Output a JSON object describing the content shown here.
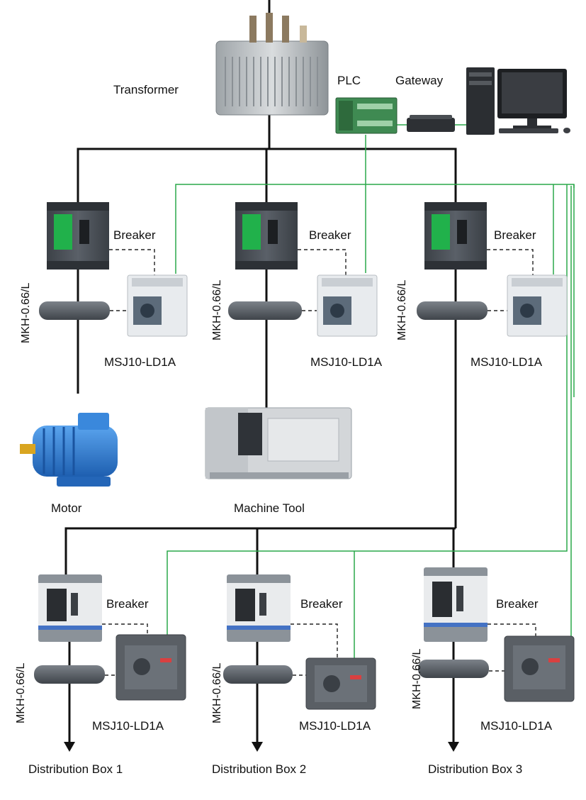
{
  "labels": {
    "transformer": "Transformer",
    "plc": "PLC",
    "gateway": "Gateway",
    "breaker": "Breaker",
    "ct": "MKH-0.66/L",
    "relay": "MSJ10-LD1A",
    "motor": "Motor",
    "machine_tool": "Machine Tool",
    "dist_box_1": "Distribution Box 1",
    "dist_box_2": "Distribution Box 2",
    "dist_box_3": "Distribution Box 3"
  },
  "colors": {
    "power_line": "#111111",
    "signal_line": "#2aa84a",
    "breaker_body": "#4a4f56",
    "breaker_accent": "#21b14b",
    "relay_body": "#e8ebee",
    "motor_body": "#2f7fd6",
    "ct_ring": "#5b6067"
  },
  "icons": [
    "transformer-icon",
    "plc-icon",
    "gateway-icon",
    "computer-icon",
    "breaker-icon",
    "current-transformer-icon",
    "relay-icon",
    "motor-icon",
    "machine-tool-icon",
    "arrow-down-icon"
  ]
}
